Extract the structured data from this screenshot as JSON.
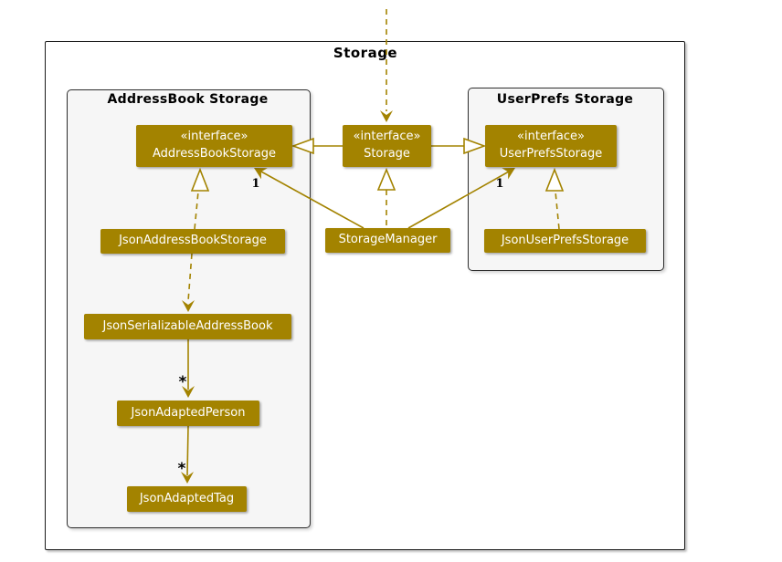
{
  "frame": {
    "title": "Storage"
  },
  "containers": {
    "addressbook": {
      "title": "AddressBook Storage"
    },
    "userprefs": {
      "title": "UserPrefs Storage"
    }
  },
  "classes": {
    "addressbook_storage_interface": {
      "stereotype": "«interface»",
      "name": "AddressBookStorage"
    },
    "storage_interface": {
      "stereotype": "«interface»",
      "name": "Storage"
    },
    "userprefs_storage_interface": {
      "stereotype": "«interface»",
      "name": "UserPrefsStorage"
    },
    "storage_manager": {
      "name": "StorageManager"
    },
    "json_addressbook_storage": {
      "name": "JsonAddressBookStorage"
    },
    "json_userprefs_storage": {
      "name": "JsonUserPrefsStorage"
    },
    "json_serializable_addressbook": {
      "name": "JsonSerializableAddressBook"
    },
    "json_adapted_person": {
      "name": "JsonAdaptedPerson"
    },
    "json_adapted_tag": {
      "name": "JsonAdaptedTag"
    }
  },
  "multiplicities": {
    "manager_to_addressbook": "1",
    "manager_to_userprefs": "1",
    "serializable_to_person": "*",
    "person_to_tag": "*"
  },
  "colors": {
    "accent_gold": "#A38300",
    "box_text": "#FFFFFF",
    "container_bg": "#F6F6F6",
    "frame_border": "#1C1C1C",
    "label_text": "#000000"
  }
}
